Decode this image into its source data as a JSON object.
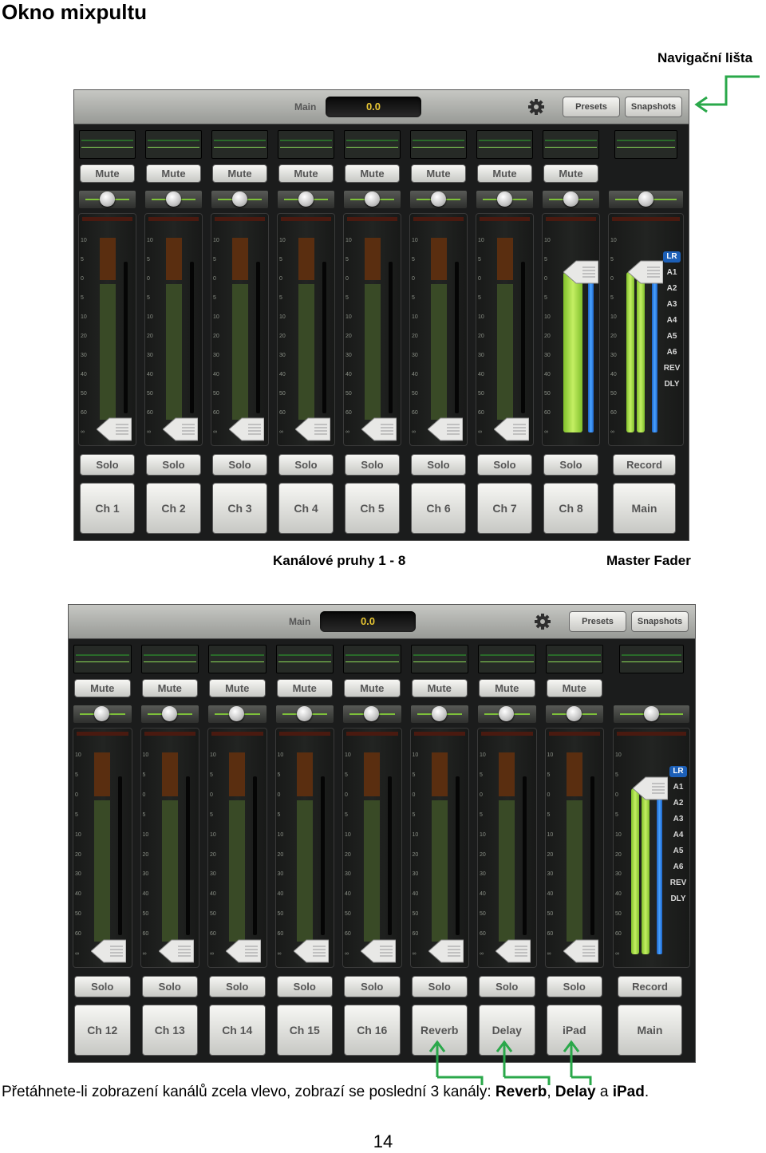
{
  "heading": "Okno mixpultu",
  "callout_nav": "Navigační lišta",
  "caption_strips": "Kanálové pruhy 1 - 8",
  "caption_master": "Master Fader",
  "body": {
    "prefix": "Přetáhnete-li zobrazení kanálů zcela vlevo, zobrazí se poslední 3 kanály: ",
    "bold1": "Reverb",
    "sep1": ", ",
    "bold2": "Delay",
    "sep2": " a ",
    "bold3": "iPad",
    "suffix": "."
  },
  "page_number": "14",
  "accent_color": "#2aa84a",
  "mixer": {
    "nav_label": "Main",
    "display": "0.0",
    "presets": "Presets",
    "snapshots": "Snapshots",
    "mute_label": "Mute",
    "solo_label": "Solo",
    "record_label": "Record",
    "main_label": "Main",
    "scale_ticks": [
      "10",
      "5",
      "0",
      "5",
      "10",
      "20",
      "30",
      "40",
      "50",
      "60",
      "∞"
    ],
    "buses": [
      "LR",
      "A1",
      "A2",
      "A3",
      "A4",
      "A5",
      "A6",
      "REV",
      "DLY"
    ]
  },
  "mixer1_channels": [
    "Ch 1",
    "Ch 2",
    "Ch 3",
    "Ch 4",
    "Ch 5",
    "Ch 6",
    "Ch 7",
    "Ch 8"
  ],
  "mixer2_channels": [
    "Ch 12",
    "Ch 13",
    "Ch 14",
    "Ch 15",
    "Ch 16",
    "Reverb",
    "Delay",
    "iPad"
  ],
  "mixer1_fader_levels": [
    0,
    0,
    0,
    0,
    0,
    0,
    0,
    0.82
  ],
  "mixer2_fader_levels": [
    0,
    0,
    0,
    0,
    0,
    0,
    0,
    0
  ],
  "master_fader_level": 0.82
}
